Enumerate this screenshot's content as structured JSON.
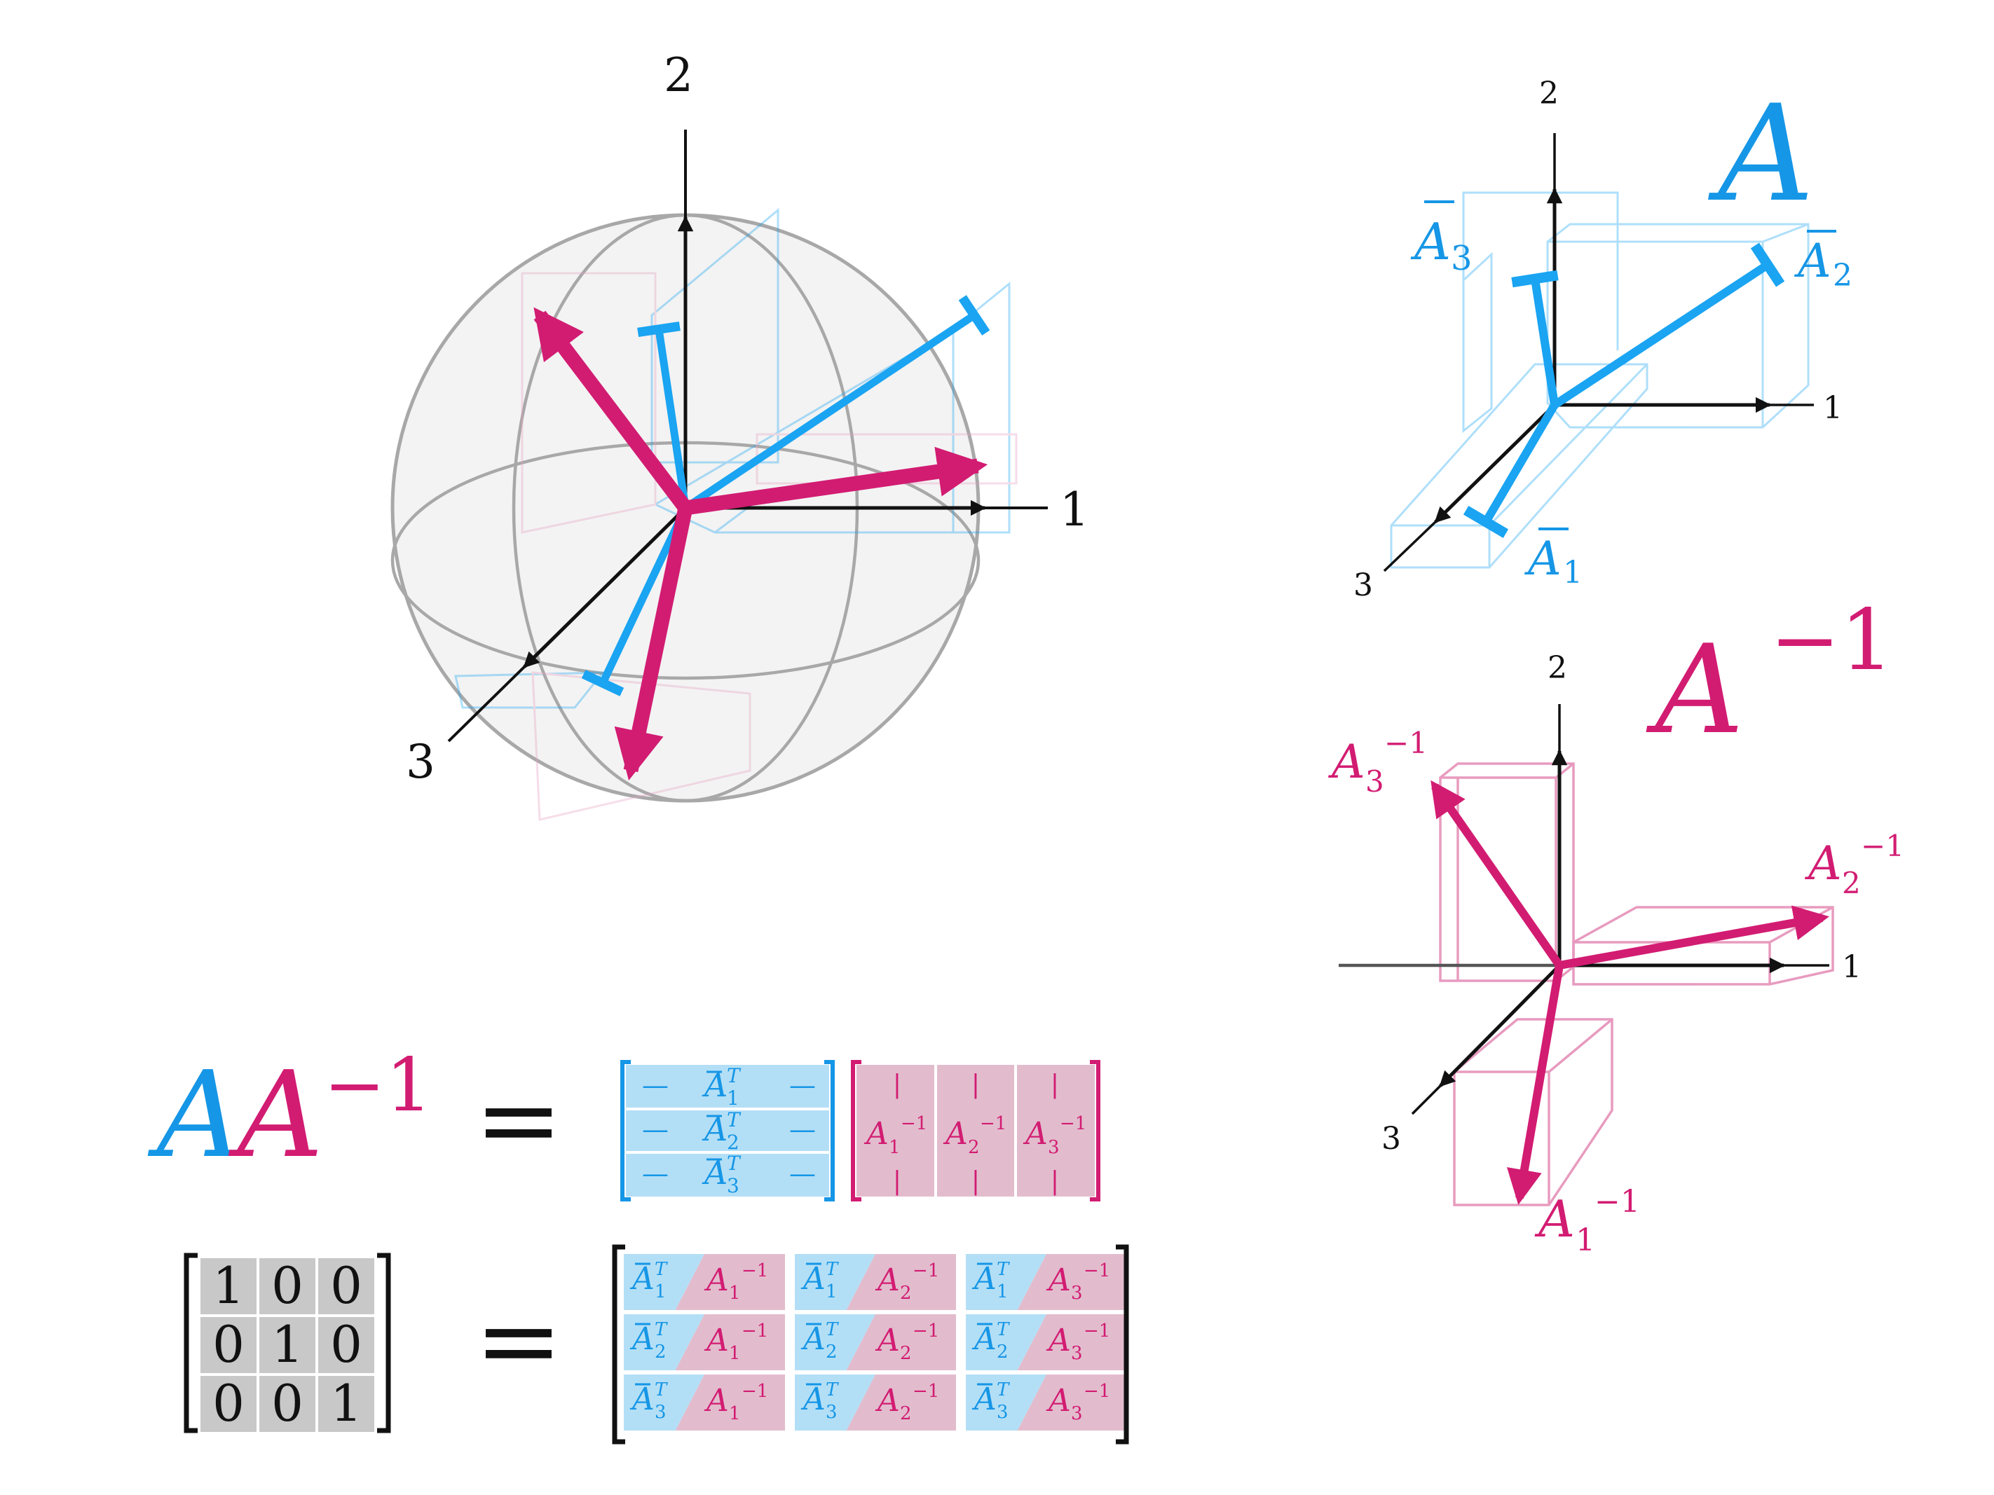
{
  "colors": {
    "blue": "#1696e6",
    "blue_light": "#1aa4f2",
    "blue_cell": "#b3dff6",
    "magenta": "#d21c72",
    "magenta_cell": "#e2bccd",
    "black": "#111111",
    "gray_cell": "#c8c8c8",
    "sphere_fill": "#eeeeee"
  },
  "sphere_view": {
    "axes": {
      "x": "1",
      "y": "2",
      "z": "3"
    }
  },
  "panel_A": {
    "title": "A",
    "axes": {
      "x": "1",
      "y": "2",
      "z": "3"
    },
    "row_labels": {
      "r1": {
        "base": "A",
        "sub": "1"
      },
      "r2": {
        "base": "A",
        "sub": "2"
      },
      "r3": {
        "base": "A",
        "sub": "3"
      }
    }
  },
  "panel_Ainv": {
    "title_base": "A",
    "title_sup": "−1",
    "axes": {
      "x": "1",
      "y": "2",
      "z": "3"
    },
    "col_labels": {
      "c1": {
        "base": "A",
        "sub": "1",
        "sup": "−1"
      },
      "c2": {
        "base": "A",
        "sub": "2",
        "sup": "−1"
      },
      "c3": {
        "base": "A",
        "sub": "3",
        "sup": "−1"
      }
    }
  },
  "equation1": {
    "lhs_A": "A",
    "lhs_Ainv": "A",
    "lhs_Ainv_sup": "−1",
    "equals": "=",
    "row_matrix": {
      "dash": "—",
      "rows": [
        {
          "base": "A",
          "sup": "T",
          "sub": "1"
        },
        {
          "base": "A",
          "sup": "T",
          "sub": "2"
        },
        {
          "base": "A",
          "sup": "T",
          "sub": "3"
        }
      ]
    },
    "col_matrix": {
      "bar": "|",
      "cols": [
        {
          "base": "A",
          "sub": "1",
          "sup": "−1"
        },
        {
          "base": "A",
          "sub": "2",
          "sup": "−1"
        },
        {
          "base": "A",
          "sub": "3",
          "sup": "−1"
        }
      ]
    }
  },
  "equation2": {
    "identity": [
      [
        "1",
        "0",
        "0"
      ],
      [
        "0",
        "1",
        "0"
      ],
      [
        "0",
        "0",
        "1"
      ]
    ],
    "equals": "=",
    "products": [
      [
        {
          "row": {
            "base": "A",
            "sup": "T",
            "sub": "1"
          },
          "col": {
            "base": "A",
            "sub": "1",
            "sup": "−1"
          }
        },
        {
          "row": {
            "base": "A",
            "sup": "T",
            "sub": "1"
          },
          "col": {
            "base": "A",
            "sub": "2",
            "sup": "−1"
          }
        },
        {
          "row": {
            "base": "A",
            "sup": "T",
            "sub": "1"
          },
          "col": {
            "base": "A",
            "sub": "3",
            "sup": "−1"
          }
        }
      ],
      [
        {
          "row": {
            "base": "A",
            "sup": "T",
            "sub": "2"
          },
          "col": {
            "base": "A",
            "sub": "1",
            "sup": "−1"
          }
        },
        {
          "row": {
            "base": "A",
            "sup": "T",
            "sub": "2"
          },
          "col": {
            "base": "A",
            "sub": "2",
            "sup": "−1"
          }
        },
        {
          "row": {
            "base": "A",
            "sup": "T",
            "sub": "2"
          },
          "col": {
            "base": "A",
            "sub": "3",
            "sup": "−1"
          }
        }
      ],
      [
        {
          "row": {
            "base": "A",
            "sup": "T",
            "sub": "3"
          },
          "col": {
            "base": "A",
            "sub": "1",
            "sup": "−1"
          }
        },
        {
          "row": {
            "base": "A",
            "sup": "T",
            "sub": "3"
          },
          "col": {
            "base": "A",
            "sub": "2",
            "sup": "−1"
          }
        },
        {
          "row": {
            "base": "A",
            "sup": "T",
            "sub": "3"
          },
          "col": {
            "base": "A",
            "sub": "3",
            "sup": "−1"
          }
        }
      ]
    ]
  }
}
